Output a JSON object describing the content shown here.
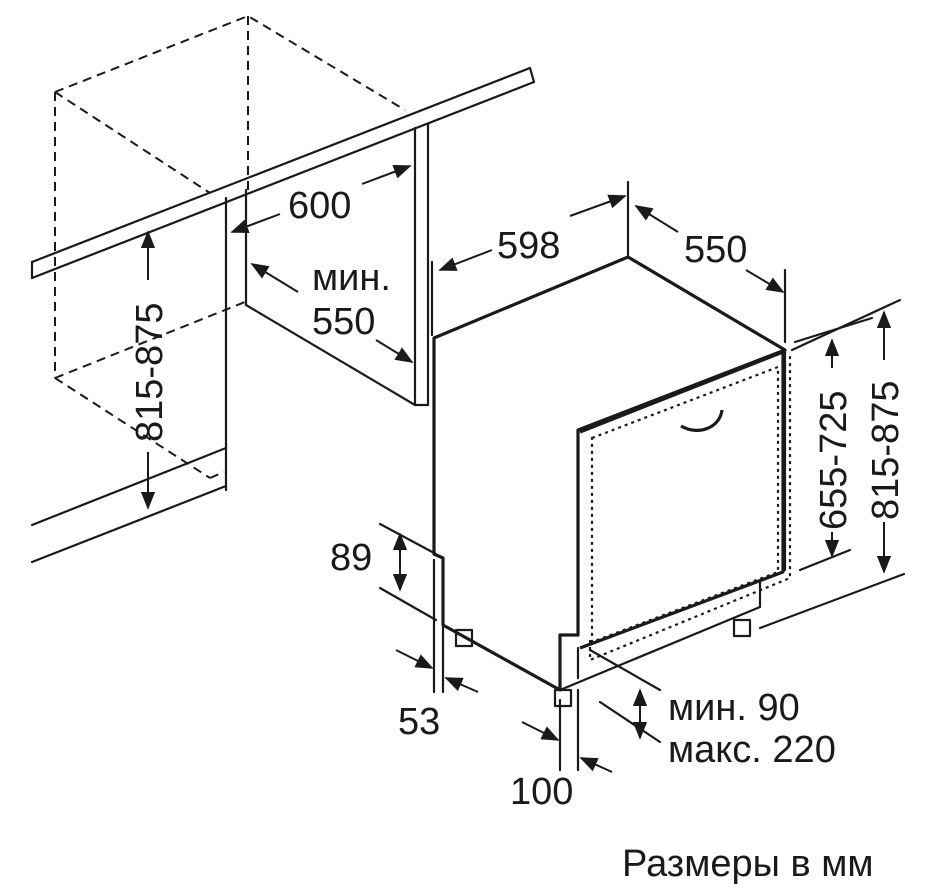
{
  "dimensions": {
    "niche_width": "600",
    "niche_depth_label": "мин.",
    "niche_depth_value": "550",
    "niche_height": "815-875",
    "appliance_width": "598",
    "appliance_depth": "550",
    "door_height": "655-725",
    "total_height": "815-875",
    "plinth_height": "89",
    "plinth_offset": "53",
    "door_offset": "100",
    "gap_min": "мин. 90",
    "gap_max": "макс. 220"
  },
  "caption": "Размеры в мм"
}
